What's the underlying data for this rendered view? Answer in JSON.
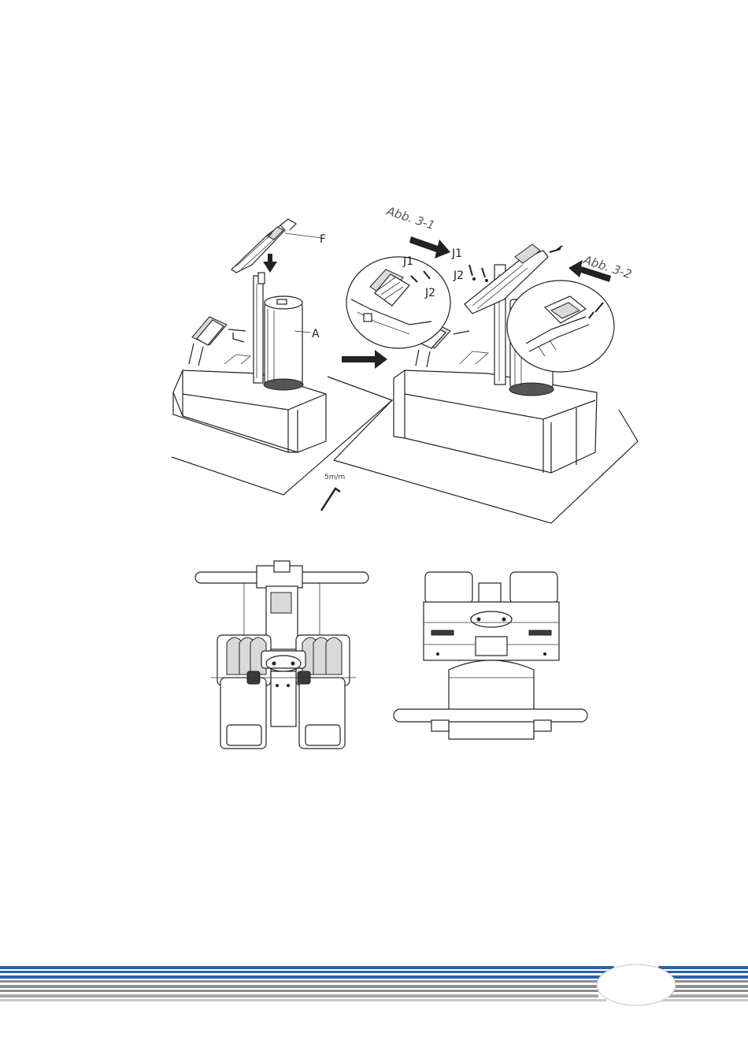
{
  "labels": {
    "part_f": "F",
    "part_a": "A",
    "j1_main": "J1",
    "j2_main": "J2",
    "j1_detail": "J1",
    "j2_detail": "J2",
    "fig_3_1": "Abb. 3-1",
    "fig_3_2": "Abb. 3-2",
    "tool_size": "5m/m"
  },
  "footer": {
    "page_number": ""
  },
  "colors": {
    "stripe_blue": "#2a62ad",
    "stripe_gray": "#8c8c8c",
    "stripe_light": "#c7c7c7"
  }
}
